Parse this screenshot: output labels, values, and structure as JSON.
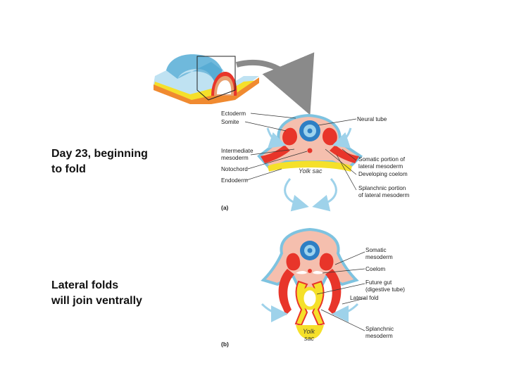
{
  "captions": {
    "day23": "Day 23, beginning\nto fold",
    "lateral": "Lateral folds\nwill join ventrally"
  },
  "panel_a": {
    "tag": "(a)",
    "yolk_sac": "Yolk sac",
    "left_labels": {
      "ectoderm": "Ectoderm",
      "somite": "Somite",
      "intermediate_1": "Intermediate",
      "intermediate_2": "mesoderm",
      "notochord": "Notochord",
      "endoderm": "Endoderm"
    },
    "right_labels": {
      "neural_tube": "Neural tube",
      "somatic_1": "Somatic portion of",
      "somatic_2": "lateral mesoderm",
      "coelom": "Developing coelom",
      "splanchnic_1": "Splanchnic portion",
      "splanchnic_2": "of lateral mesoderm"
    }
  },
  "panel_b": {
    "tag": "(b)",
    "yolk_sac_1": "Yolk",
    "yolk_sac_2": "sac",
    "labels": {
      "somatic_1": "Somatic",
      "somatic_2": "mesoderm",
      "coelom": "Coelom",
      "gut_1": "Future gut",
      "gut_2": "(digestive tube)",
      "lateral_fold": "Lateral fold",
      "splanchnic_1": "Splanchnic",
      "splanchnic_2": "mesoderm"
    }
  },
  "colors": {
    "ectoderm": "#7ec3e0",
    "mesoderm": "#e8352a",
    "endoderm": "#f5e02a",
    "tissue": "#f5bfae",
    "neural_tube": "#2e7fc4",
    "arrow": "#9ed2ea"
  }
}
